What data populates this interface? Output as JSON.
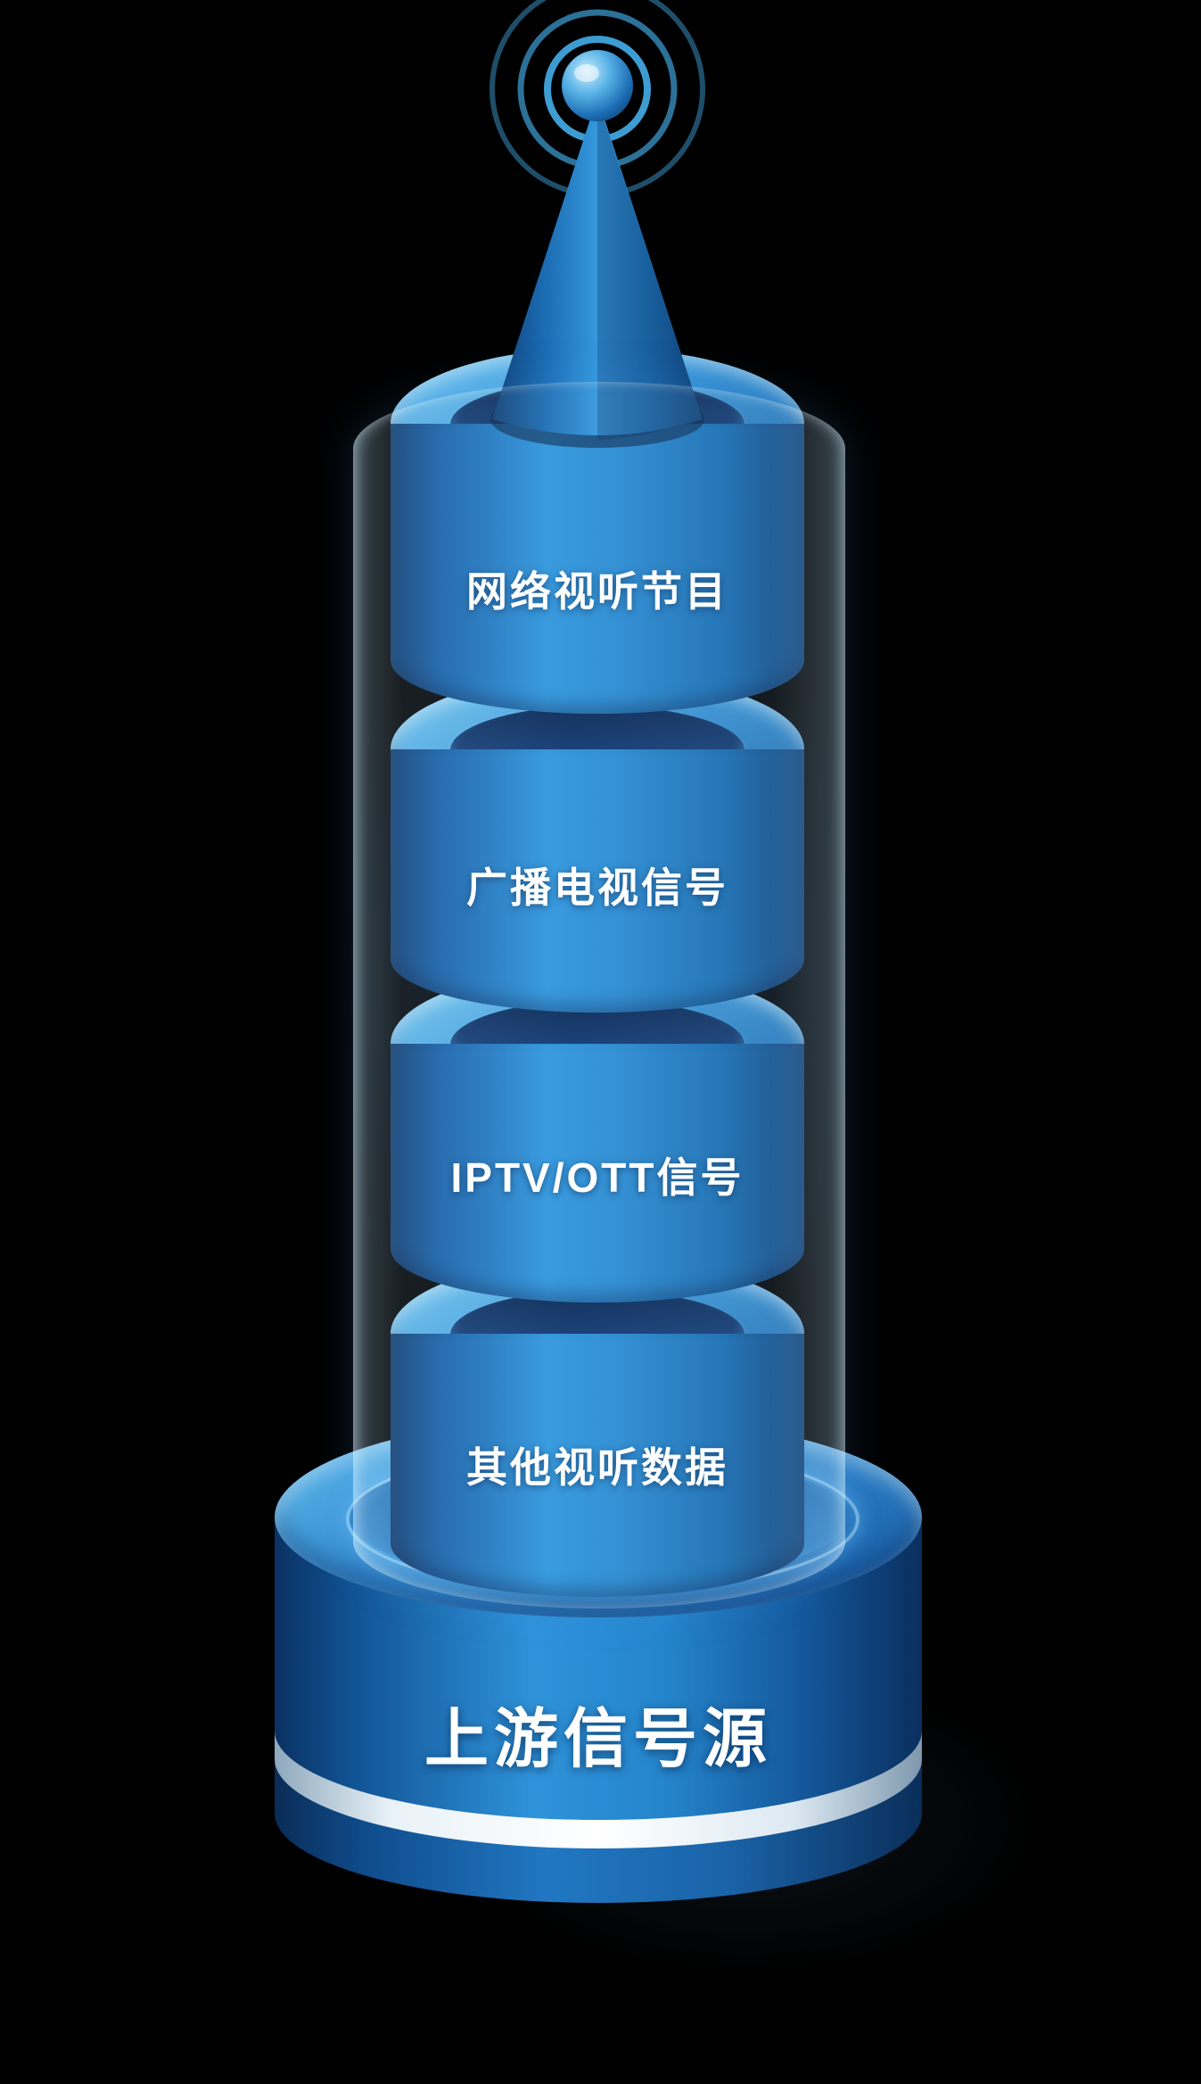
{
  "diagram": {
    "type": "stacked-cylinder-tower",
    "segments": [
      {
        "label": "网络视听节目"
      },
      {
        "label": "广播电视信号"
      },
      {
        "label": "IPTV/OTT信号"
      },
      {
        "label": "其他视听数据"
      }
    ],
    "base": {
      "label": "上游信号源"
    },
    "icons": {
      "top": "antenna-with-signal-waves-icon"
    },
    "colors": {
      "background": "#000000",
      "cylinder_light": "#3ba0e4",
      "cylinder_dark": "#0d3a6e",
      "cylinder_top": "#5fb9ec",
      "base_stripe": "#ffffff",
      "text": "#ffffff"
    }
  }
}
